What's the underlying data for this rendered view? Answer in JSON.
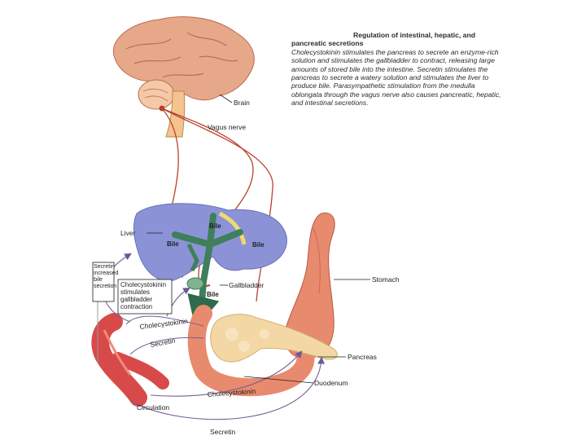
{
  "caption": {
    "title_line1": "Regulation of intestinal, hepatic, and",
    "title_line2": "pancreatic secretions",
    "body": "Cholecystokinin stimulates the pancreas to secrete an enzyme-rich solution and stimulates the gallbladder to contract, releasing large amounts of stored bile into the intestine. Secretin stimulates the pancreas to secrete a watery solution and stimulates the liver to produce bile. Parasympathetic stimulation from the medulla oblongata through the vagus nerve also causes pancreatic, hepatic, and intestinal secretions."
  },
  "labels": {
    "brain": "Brain",
    "vagus": "Vagus nerve",
    "liver": "Liver",
    "bile_top": "Bile",
    "bile_left": "Bile",
    "bile_right": "Bile",
    "bile_bottom": "Bile",
    "gallbladder": "Gallbladder",
    "stomach": "Stomach",
    "pancreas": "Pancreas",
    "duodenum": "Duodenum",
    "circulation": "Circulation",
    "cck_upper": "Cholecystokinin",
    "cck_lower": "Cholecystokinin",
    "secretin_upper": "Secretin",
    "secretin_lower": "Secretin"
  },
  "boxes": {
    "secretin_box": "Secretin increased bile secretion",
    "cck_box": "Cholecystokinin stimulates gallbladder contraction"
  },
  "colors": {
    "nerve": "#b8412a",
    "hormone_arrow": "#7a5c8e",
    "bile_duct": "#3f7f5a",
    "liver": "#8b93d6",
    "stomach": "#e88a6e",
    "pancreas": "#f3d8a6",
    "brain": "#e7a889",
    "artery": "#d84a4a"
  }
}
